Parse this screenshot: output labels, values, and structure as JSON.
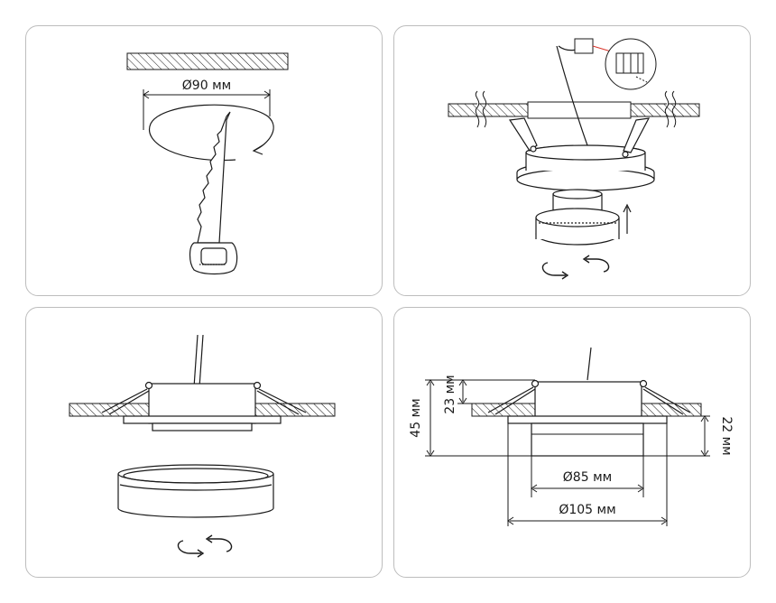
{
  "panel1": {
    "hole_label": "Ø90 мм"
  },
  "panel4": {
    "label_45": "45 мм",
    "label_23": "23 мм",
    "label_22": "22 мм",
    "label_85": "Ø85 мм",
    "label_105": "Ø105 мм"
  },
  "colors": {
    "stroke": "#1a1a1a",
    "border": "#bdbdbd",
    "wire_accent": "#d9342b"
  },
  "icons": [
    "saw-icon",
    "rotate-arrows-icon",
    "up-arrow-icon",
    "terminal-block-icon"
  ]
}
